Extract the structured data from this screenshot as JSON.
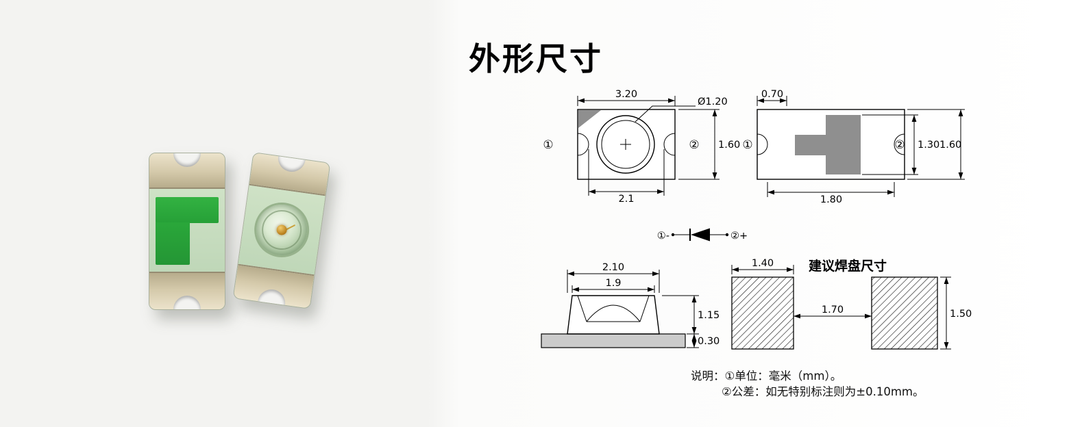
{
  "title": "外形尺寸",
  "colors": {
    "led_green": "#2fae3e",
    "pad_gray": "#8f8f8f"
  },
  "top_view": {
    "dim_width": "3.20",
    "dim_lens": "Ø1.20",
    "dim_height": "1.60",
    "dim_inner": "2.1",
    "pin1": "①",
    "pin2": "②"
  },
  "side_view": {
    "dim_pad": "0.70",
    "dim_inner_height": "1.30",
    "dim_height": "1.60",
    "dim_width": "1.80",
    "pin1": "①",
    "pin2": "②"
  },
  "polarity": {
    "neg": "①-",
    "pos": "②+"
  },
  "profile_view": {
    "dim_width": "2.10",
    "dim_inner": "1.9",
    "dim_height": "1.15",
    "dim_base": "0.30"
  },
  "pad_layout": {
    "title": "建议焊盘尺寸",
    "dim_pad1_width": "1.40",
    "dim_gap": "1.70",
    "dim_pad2_height": "1.50"
  },
  "notes": {
    "line1": "说明：①单位：毫米（mm）。",
    "line2": "②公差：如无特别标注则为±0.10mm。"
  }
}
